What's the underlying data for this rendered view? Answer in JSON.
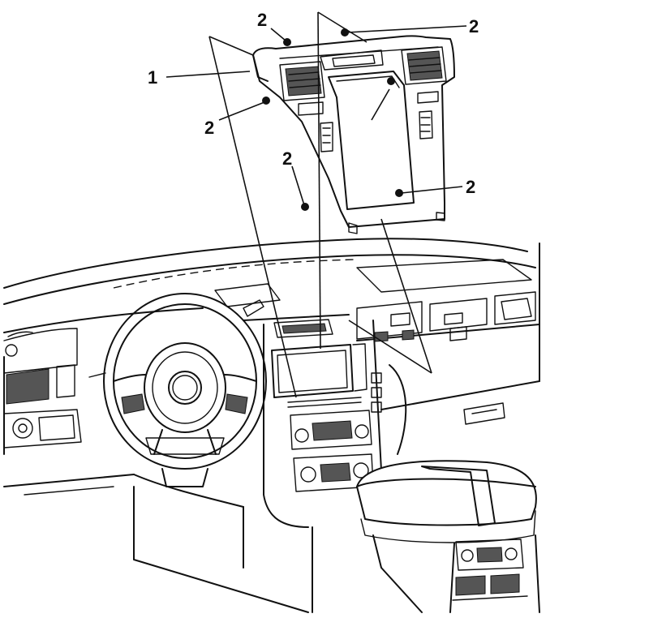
{
  "callouts": [
    {
      "id": "bezel",
      "label": "1"
    },
    {
      "id": "fastener-top-left",
      "label": "2"
    },
    {
      "id": "fastener-top-right",
      "label": "2"
    },
    {
      "id": "fastener-left",
      "label": "2"
    },
    {
      "id": "fastener-lower-left",
      "label": "2"
    },
    {
      "id": "fastener-lower-right",
      "label": "2"
    }
  ]
}
